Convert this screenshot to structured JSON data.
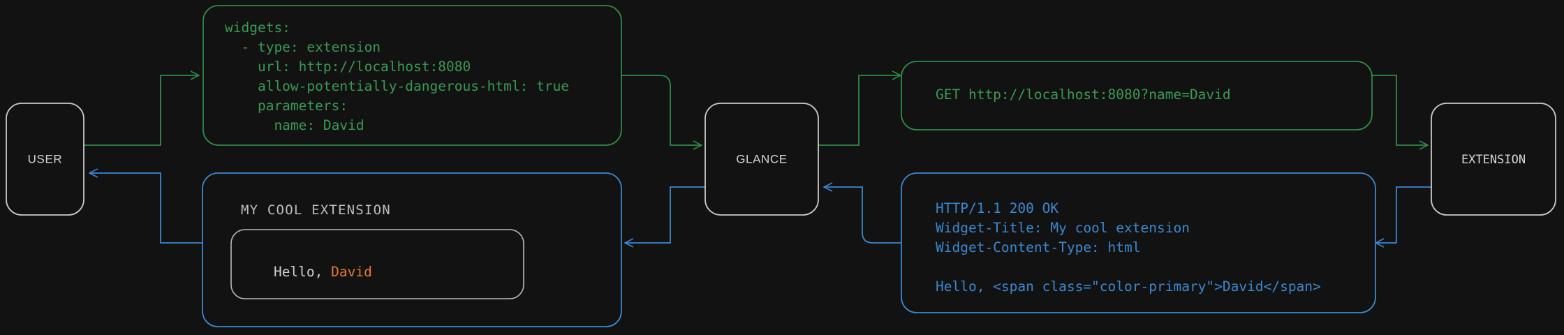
{
  "colors": {
    "background": "#121212",
    "node_stroke": "#c9c9c9",
    "green": "#2e8b45",
    "green_text": "#3a9a52",
    "blue": "#3b88d0",
    "blue_text": "#3b88d0",
    "gray_text": "#d6d6d6",
    "accent_orange": "#e8792f"
  },
  "nodes": {
    "user": {
      "label": "USER"
    },
    "glance": {
      "label": "GLANCE"
    },
    "extension": {
      "label": "EXTENSION"
    }
  },
  "boxes": {
    "config": {
      "name": "yaml-config",
      "lines": [
        "widgets:",
        "  - type: extension",
        "    url: http://localhost:8080",
        "    allow-potentially-dangerous-html: true",
        "    parameters:",
        "      name: David"
      ]
    },
    "request": {
      "name": "http-request",
      "lines": [
        "GET http://localhost:8080?name=David"
      ]
    },
    "response": {
      "name": "http-response",
      "lines": [
        "HTTP/1.1 200 OK",
        "Widget-Title: My cool extension",
        "Widget-Content-Type: html",
        "",
        "Hello, <span class=\"color-primary\">David</span>"
      ]
    },
    "widget": {
      "name": "rendered-widget",
      "title": "MY COOL EXTENSION",
      "body_prefix": "Hello, ",
      "body_accent": "David"
    }
  },
  "edges": [
    {
      "name": "user-to-config",
      "color": "green",
      "from": "user",
      "to": "config"
    },
    {
      "name": "config-to-glance",
      "color": "green",
      "from": "config",
      "to": "glance"
    },
    {
      "name": "glance-to-request",
      "color": "green",
      "from": "glance",
      "to": "request"
    },
    {
      "name": "request-to-extension",
      "color": "green",
      "from": "request",
      "to": "extension"
    },
    {
      "name": "extension-to-response",
      "color": "blue",
      "from": "extension",
      "to": "response"
    },
    {
      "name": "response-to-glance",
      "color": "blue",
      "from": "response",
      "to": "glance"
    },
    {
      "name": "glance-to-widget",
      "color": "blue",
      "from": "glance",
      "to": "widget"
    },
    {
      "name": "widget-to-user",
      "color": "blue",
      "from": "widget",
      "to": "user"
    }
  ]
}
